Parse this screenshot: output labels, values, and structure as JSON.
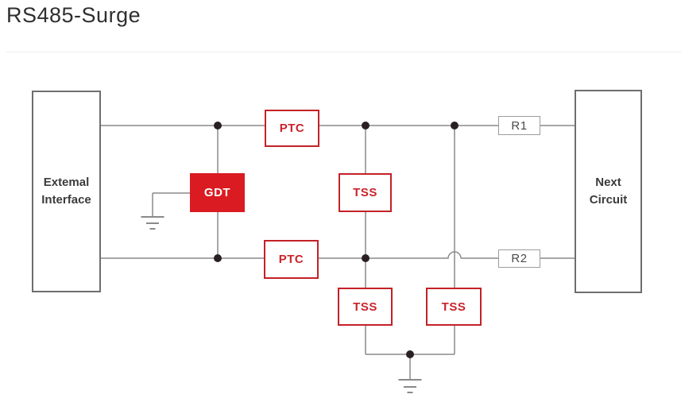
{
  "page": {
    "title": "RS485-Surge"
  },
  "colors": {
    "accent_red": "#c9232a",
    "gdt_fill": "#da1b21",
    "wire_gray": "#8a8a8a",
    "junction_dot": "#2a2023",
    "box_border_gray": "#6e6e6e",
    "text_dark": "#3b3b3b",
    "divider_gray": "#ececec"
  },
  "diagram": {
    "external_box": {
      "line1": "Extemal",
      "line2": "Interface"
    },
    "next_box": {
      "line1": "Next",
      "line2": "Circuit"
    },
    "gdt": {
      "label": "GDT"
    },
    "ptc_top": {
      "label": "PTC"
    },
    "ptc_bottom": {
      "label": "PTC"
    },
    "tss_top": {
      "label": "TSS"
    },
    "tss_bottom_left": {
      "label": "TSS"
    },
    "tss_bottom_right": {
      "label": "TSS"
    },
    "r1": {
      "label": "R1"
    },
    "r2": {
      "label": "R2"
    }
  }
}
